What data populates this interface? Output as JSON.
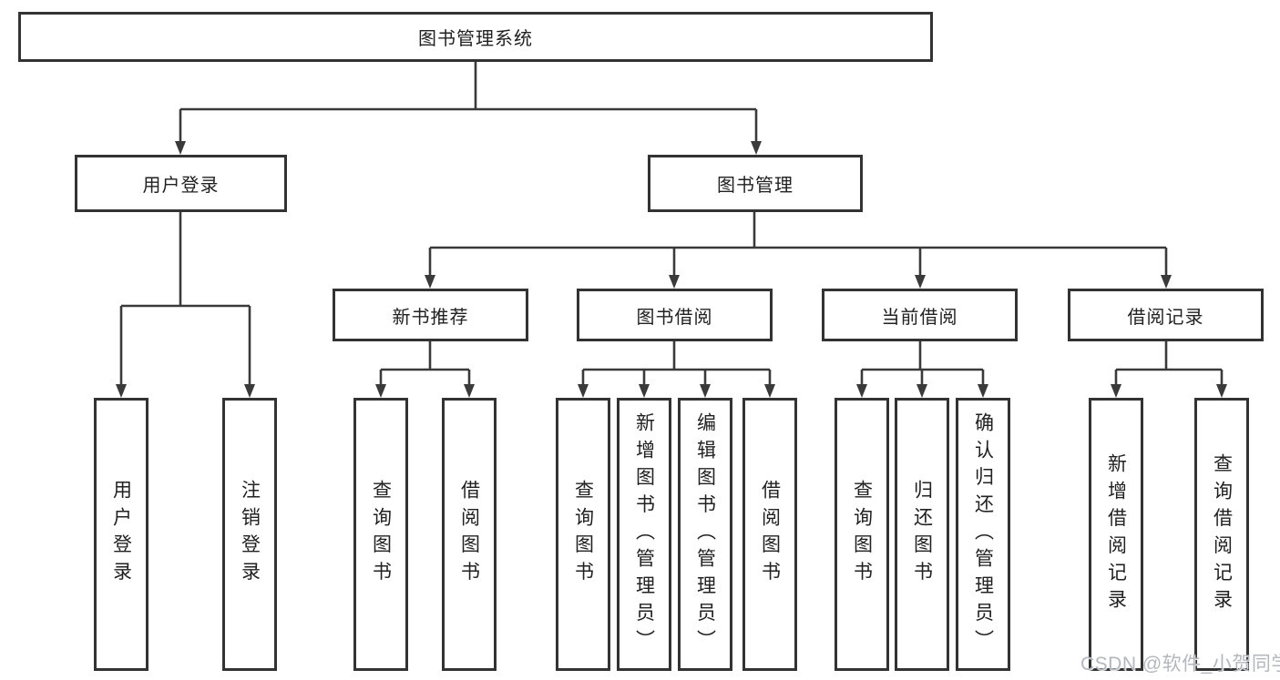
{
  "diagram_title": "图书管理系统",
  "tree": {
    "label": "图书管理系统",
    "children": [
      {
        "label": "用户登录",
        "children": [
          {
            "label": "用户登录"
          },
          {
            "label": "注销登录"
          }
        ]
      },
      {
        "label": "图书管理",
        "children": [
          {
            "label": "新书推荐",
            "children": [
              {
                "label": "查询图书"
              },
              {
                "label": "借阅图书"
              }
            ]
          },
          {
            "label": "图书借阅",
            "children": [
              {
                "label": "查询图书"
              },
              {
                "label": "新增图书（管理员）"
              },
              {
                "label": "编辑图书（管理员）"
              },
              {
                "label": "借阅图书"
              }
            ]
          },
          {
            "label": "当前借阅",
            "children": [
              {
                "label": "查询图书"
              },
              {
                "label": "归还图书"
              },
              {
                "label": "确认归还（管理员）"
              }
            ]
          },
          {
            "label": "借阅记录",
            "children": [
              {
                "label": "新增借阅记录"
              },
              {
                "label": "查询借阅记录"
              }
            ]
          }
        ]
      }
    ]
  },
  "watermark": {
    "text": "CSDN @软件_小贺同学"
  },
  "colors": {
    "line": "#3a3a3a",
    "box_border": "#333333",
    "text": "#212121",
    "background": "#ffffff",
    "watermark": "#b3b7be"
  }
}
